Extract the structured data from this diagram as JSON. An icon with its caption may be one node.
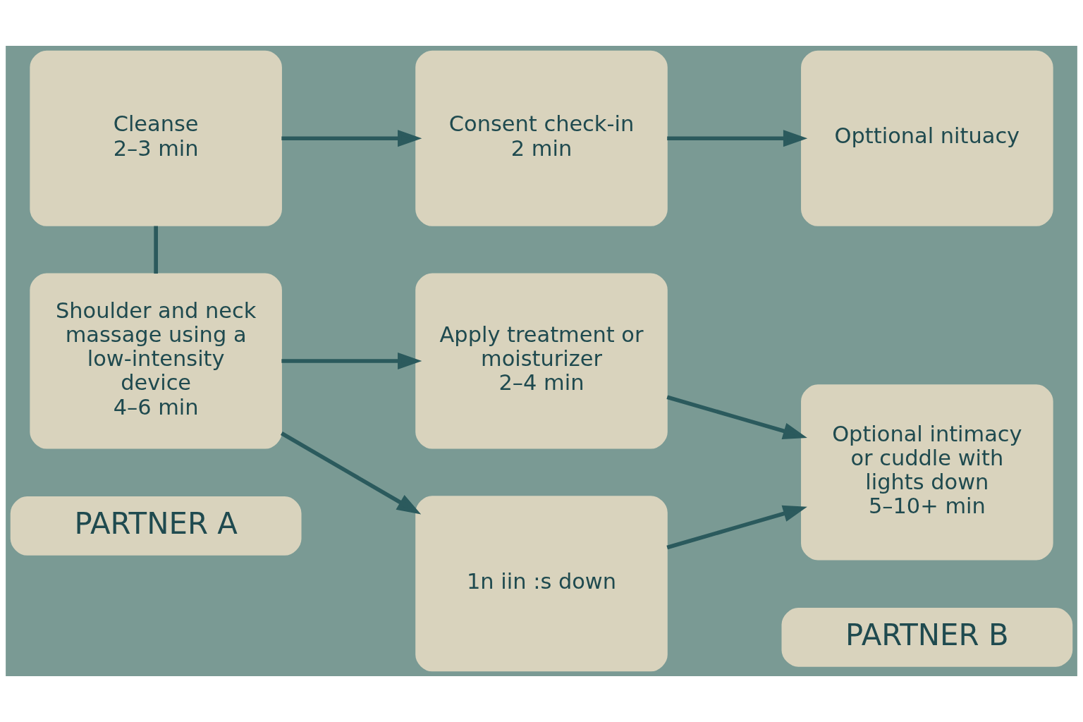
{
  "diagram": {
    "nodes": [
      {
        "text": [
          "PARTNER A"
        ]
      },
      {
        "text": [
          "PARTNER B"
        ]
      },
      {
        "text": [
          "Cleanse",
          "2–3 min"
        ]
      },
      {
        "text": [
          "Consent check-in",
          "2 min"
        ]
      },
      {
        "text": [
          "Opttional nituacy"
        ]
      },
      {
        "text": [
          "Shoulder and neck massage using a low-intensity device",
          "4–6 min"
        ]
      },
      {
        "text": [
          "Apply treatment or moisturizer",
          "2–4 min"
        ]
      },
      {
        "text": [
          "Optional intimacy or cuddle with lights down",
          "5–10+ min"
        ]
      },
      {
        "text": [
          "1n iin :s down"
        ]
      }
    ],
    "edges": [
      {
        "from": 2,
        "to": 3,
        "arrow": "to"
      },
      {
        "from": 3,
        "to": 4,
        "arrow": "to"
      },
      {
        "from": 2,
        "to": 5,
        "arrow": "none"
      },
      {
        "from": 5,
        "to": 6,
        "arrow": "to"
      },
      {
        "from": 6,
        "to": 7,
        "arrow": "to"
      },
      {
        "from": 5,
        "to": 8,
        "arrow": "to"
      },
      {
        "from": 8,
        "to": 7,
        "arrow": "to"
      }
    ]
  }
}
